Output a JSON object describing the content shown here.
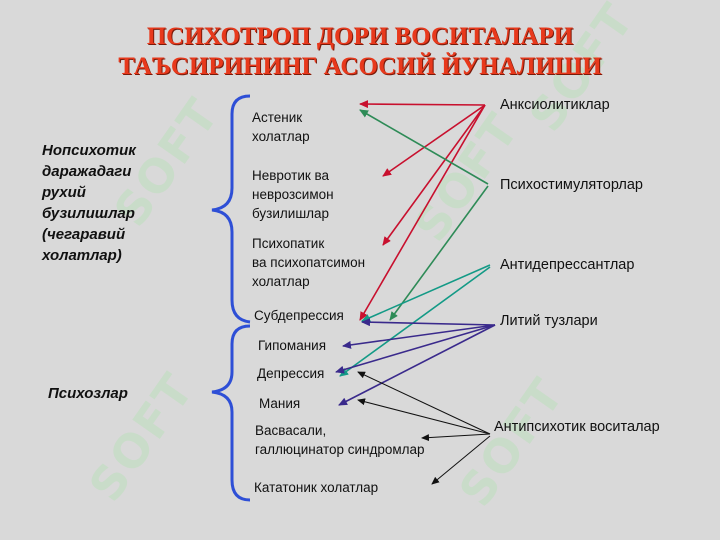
{
  "title": {
    "line1": "ПСИХОТРОП ДОРИ ВОСИТАЛАРИ",
    "line2": "ТАЪСИРИНИНГ АСОСИЙ  ЙУНАЛИШИ"
  },
  "groups": {
    "nonpsychotic": "Нопсихотик\nдаражадаги\nрухий\nбузилишлар\n(чегаравий\nхолатлар)",
    "psychoses": "Психозлар"
  },
  "states": {
    "asthenic": "Астеник\nхолатлар",
    "neurotic": "Невротик ва\nневрозсимон\nбузилишлар",
    "psychopathic": "Психопатик\nва психопатсимон\nхолатлар",
    "subdepression": "Субдепрессия",
    "hypomania": "Гипомания",
    "depression": "Депрессия",
    "mania": "Мания",
    "delusional": "Васвасали,\nгаллюцинатор синдромлар",
    "catatonic": "Кататоник холатлар"
  },
  "drugs": {
    "anxiolytics": "Анксиолитиклар",
    "psychostimulants": "Психостимуляторлар",
    "antidepressants": "Антидепрессантлар",
    "lithium": "Литий тузлари",
    "antipsychotics": "Антипсихотик воситалар"
  },
  "watermark": "SOFT",
  "colors": {
    "title": "#e8391c",
    "brace": "#2e4fd6",
    "anxiolytics_arrows": "#c8102e",
    "psychostimulants_arrows": "#2e8b57",
    "antidepressants_arrows": "#139a86",
    "lithium_arrows": "#3a2a8c",
    "antipsychotics_arrows": "#111111"
  }
}
